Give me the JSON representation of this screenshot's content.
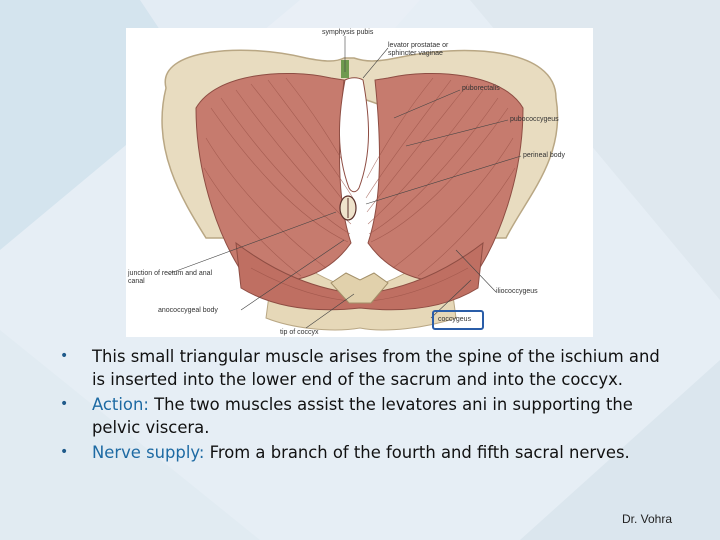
{
  "figure": {
    "labels": {
      "symphysis": "symphysis pubis",
      "levator": "levator prostatae or sphincter vaginae",
      "puborectalis": "puborectalis",
      "pubococcygeus": "pubococcygeus",
      "perineal": "perineal body",
      "junction": "junction of rectum and anal canal",
      "iliococcygeus": "iliococcygeus",
      "anococcygeal": "anococcygeal body",
      "coccygeus": "coccygeus",
      "tip": "tip of coccyx"
    },
    "highlight_color": "#2a5da8"
  },
  "bullets": [
    {
      "term": "",
      "text": "This small triangular muscle arises from the spine of the ischium and is inserted into the lower end of the sacrum and into the coccyx."
    },
    {
      "term": "Action:",
      "text": " The two muscles assist the levatores ani in supporting the pelvic viscera."
    },
    {
      "term": "Nerve supply:",
      "text": " From a branch of the fourth and fifth sacral nerves."
    }
  ],
  "footer": {
    "author": "Dr. Vohra"
  },
  "colors": {
    "accent": "#1d6aa3",
    "bullet": "#1f5a8a"
  }
}
